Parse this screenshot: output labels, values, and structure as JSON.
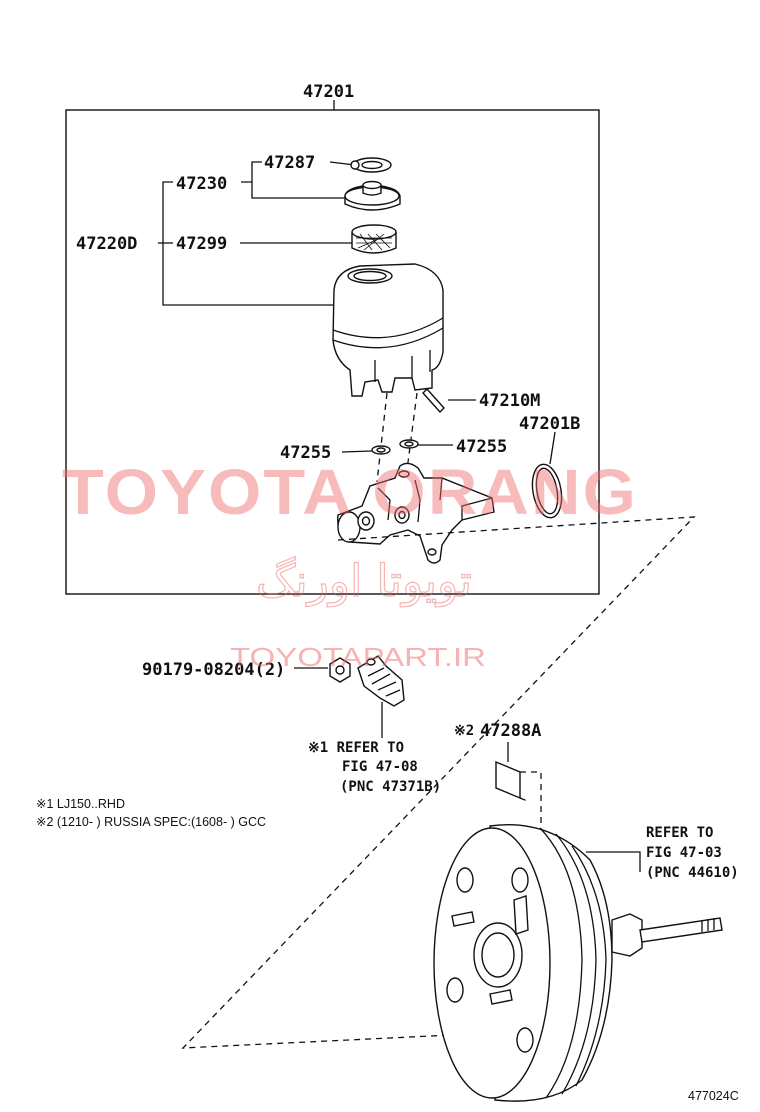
{
  "parts": {
    "assembly": "47201",
    "reservoir_sub_assy": "47220D",
    "cap_assy": "47230",
    "cap_gasket": "47287",
    "strainer": "47299",
    "pin": "47210M",
    "grommet_left": "47255",
    "grommet_right": "47255",
    "o_ring": "47201B",
    "nut": "90179-08204(2)",
    "gasket_plate": "47288A"
  },
  "marks": {
    "gasket_plate_mark": "※2"
  },
  "refs": {
    "sensor_ref_line1": "※1 REFER TO",
    "sensor_ref_line2": "FIG 47-08",
    "sensor_ref_line3": "(PNC 47371B)",
    "booster_ref_line1": "REFER TO",
    "booster_ref_line2": "FIG 47-03",
    "booster_ref_line3": "(PNC 44610)"
  },
  "notes": {
    "note1": "※1 LJ150..RHD",
    "note2": "※2 (1210-        ) RUSSIA SPEC:(1608-        ) GCC"
  },
  "watermark": {
    "brand": "TOYOTA ORANG",
    "farsi": "تویوتا اورنگ",
    "url": "TOYOTAPART.IR"
  },
  "figure_id": "477024C"
}
